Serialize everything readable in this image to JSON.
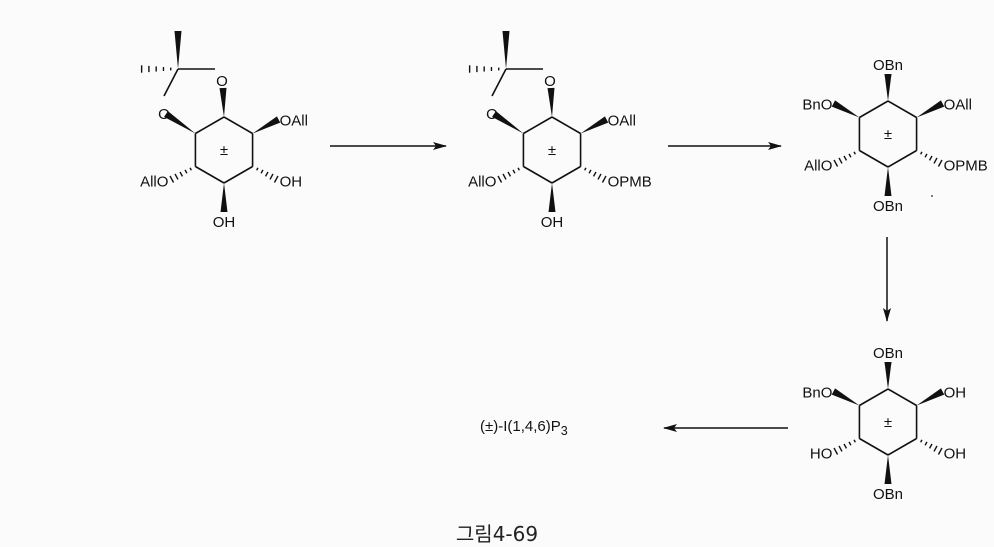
{
  "molecules": [
    {
      "id": "m1",
      "center_label": "±",
      "substituents": {
        "T": "O",
        "UL": "O",
        "UR": "OAll",
        "LR": "OH",
        "B": "OH",
        "LL": "AllO"
      }
    },
    {
      "id": "m2",
      "center_label": "±",
      "substituents": {
        "T": "O",
        "UL": "O",
        "UR": "OAll",
        "LR": "OPMB",
        "B": "OH",
        "LL": "AllO"
      }
    },
    {
      "id": "m3",
      "center_label": "±",
      "substituents": {
        "T": "OBn",
        "UL": "BnO",
        "UR": "OAll",
        "LR": "OPMB",
        "B": "OBn",
        "LL": "AllO"
      }
    },
    {
      "id": "m4",
      "center_label": "±",
      "substituents": {
        "T": "OBn",
        "UL": "BnO",
        "UR": "OH",
        "LR": "OH",
        "B": "OBn",
        "LL": "HO"
      }
    }
  ],
  "product": {
    "prefix": "(±)-I(1,4,6)P",
    "subscript": "3"
  },
  "caption": "그림4-69"
}
